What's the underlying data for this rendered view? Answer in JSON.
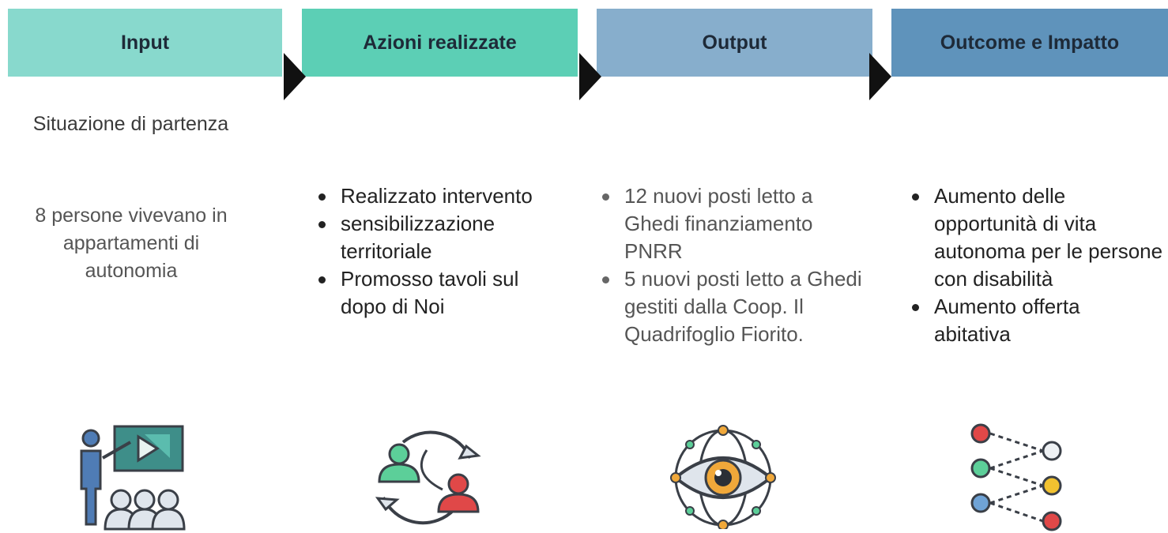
{
  "headers": [
    "Input",
    "Azioni realizzate",
    "Output",
    "Outcome e Impatto"
  ],
  "input": {
    "situazione": "Situazione di partenza",
    "persone": "8 persone vivevano in appartamenti di autonomia"
  },
  "azioni": [
    "Realizzato intervento",
    "sensibilizzazione territoriale",
    "Promosso tavoli sul dopo di Noi"
  ],
  "output": [
    "12 nuovi posti letto a Ghedi finanziamento PNRR",
    "5 nuovi posti letto a Ghedi gestiti dalla Coop. Il Quadrifoglio Fiorito."
  ],
  "outcome": [
    "Aumento delle opportunità di vita autonoma per le persone con disabilità",
    "Aumento offerta abitativa"
  ],
  "icons": [
    "presentation-icon",
    "exchange-people-icon",
    "eye-network-icon",
    "flow-options-icon"
  ],
  "colors": {
    "input_header": "#88d9cd",
    "azioni_header": "#5ccfb5",
    "output_header": "#87aecc",
    "outcome_header": "#5f93bb"
  }
}
